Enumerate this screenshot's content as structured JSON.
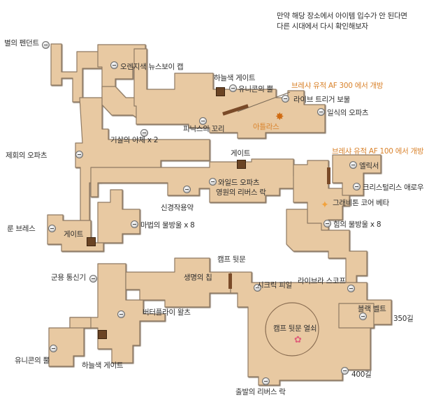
{
  "note": {
    "line1": "만약  해당 장소에서 아이템 입수가 안 된다면",
    "line2": "다른 시대에서 다시 확인해보자"
  },
  "labels": {
    "byeol_pendant": "별의 펜던트",
    "orange_newsboy": "오렌지색 뉴스보이 캡",
    "sky_gate_top": "하늘색 게이트",
    "unicorn_horn_top": "유니콘의 뿔",
    "brasha_300": "브레샤 유적 AF 300 에서 개방",
    "live_trigger": "라이브 트리거 보물",
    "ilsik_opal": "일식의 오파츠",
    "phoenix_tail": "피닉스의 꼬리",
    "atlas": "아틀라스",
    "gisal_yache": "기살의 야체 x 2",
    "jehoe_opal": "제회의 오파츠",
    "gate_mid": "게이트",
    "brasha_100": "브레샤 유적 AF 100 에서 개방",
    "ellixer": "엘릭서",
    "wild_opal": "와일드 오파츠",
    "yeongwon_ribbon": "영원의 리버스 락",
    "crystal_aroma": "크리스털리스 애로우",
    "gravitone_beta": "그래비톤 코어 베타",
    "singyeong_yak": "신경작용약",
    "him_bangul": "힘의 물방울 x 8",
    "mabeob_bangul": "마법의 물방울 x 8",
    "rune_bracelet": "룬 브레스",
    "gate_left": "게이트",
    "camp_backdoor": "캠프 뒷문",
    "military_comm": "군용 통신기",
    "life_chip": "생명의 칩",
    "sikeurik_pil": "시크릭 피일",
    "library_scope": "라이브라 스코프",
    "butterfly_waltz": "버터플라이 왈츠",
    "black_belt": "블랙 벨트",
    "gil_350": "350길",
    "camp_key": "캠프 뒷문 열쇠",
    "unicorn_horn_bottom": "유니콘의 뿔",
    "sky_gate_bottom": "하늘색 게이트",
    "gil_400": "400길",
    "chulbal_ribbon": "출발의 리버스 락"
  },
  "colors": {
    "floor_fill": "#e8c9a2",
    "floor_edge": "#8f7a63",
    "gate": "#6b4424",
    "orange_text": "#d9822b"
  }
}
